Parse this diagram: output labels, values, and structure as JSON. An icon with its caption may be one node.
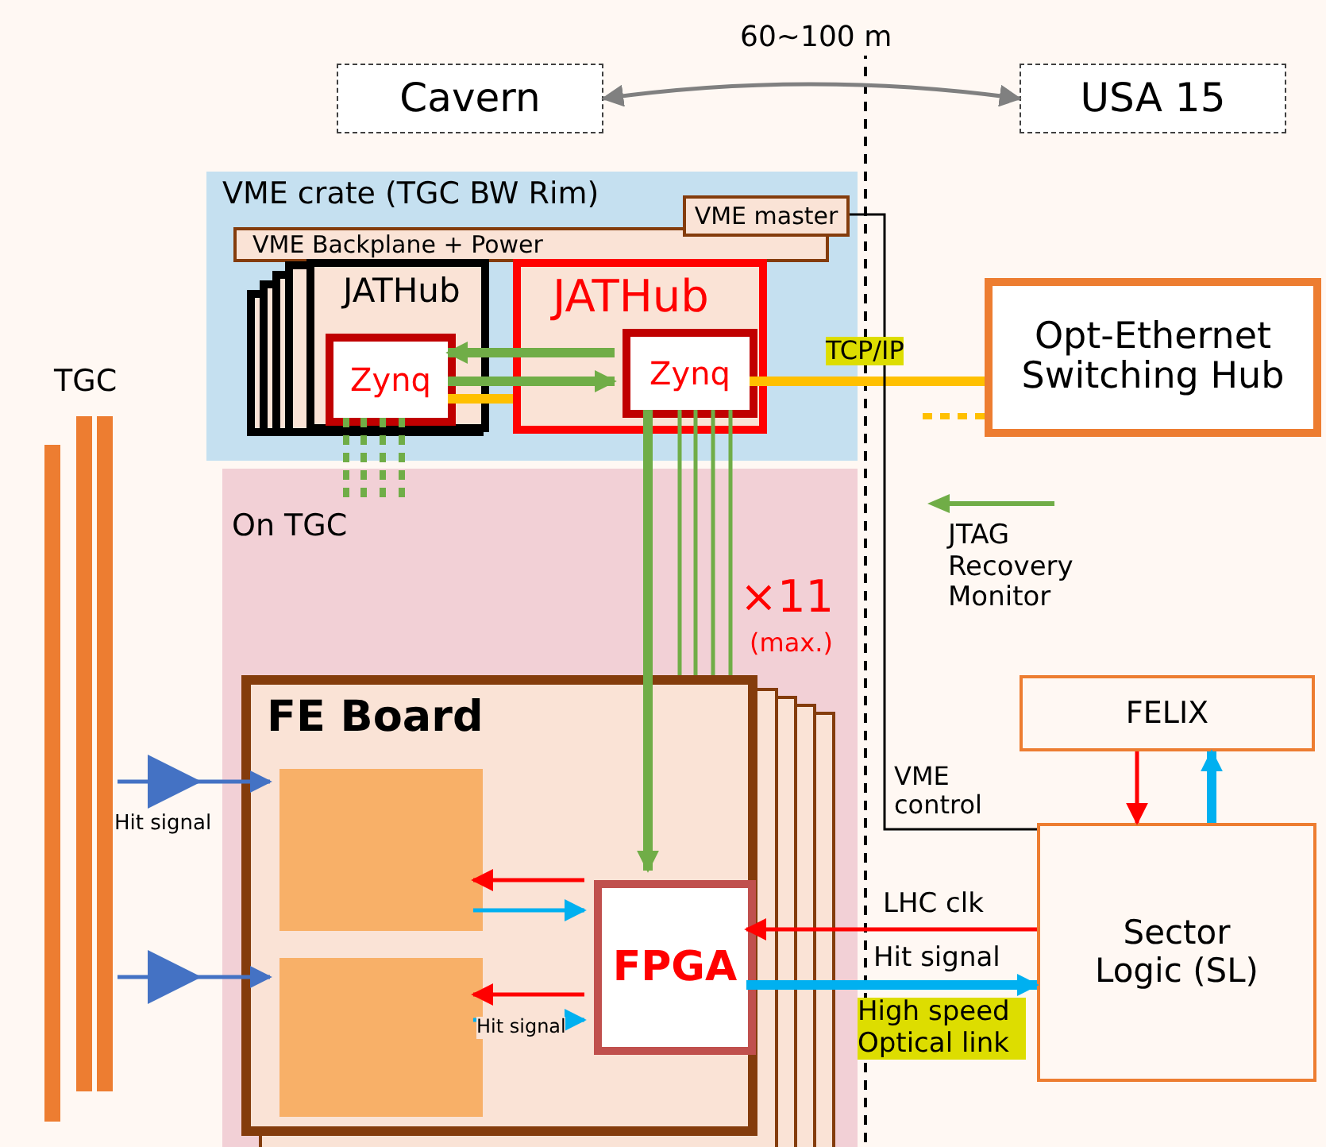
{
  "diagram": {
    "nodes": [
      {
        "text": [
          "Cavern"
        ]
      },
      {
        "text": [
          "USA 15"
        ]
      },
      {
        "text": [
          "VME crate (TGC BW Rim)"
        ]
      },
      {
        "text": [
          "VME Backplane + Power"
        ],
        "in": 2
      },
      {
        "text": [
          "VME master"
        ],
        "in": 2
      },
      {
        "text": [
          "JATHub"
        ],
        "in": 2
      },
      {
        "text": [
          "Zynq"
        ],
        "in": 5
      },
      {
        "text": [
          "JATHub"
        ],
        "in": 2
      },
      {
        "text": [
          "Zynq"
        ],
        "in": 7
      },
      {
        "text": [
          "Opt-Ethernet Switching Hub"
        ]
      },
      {
        "text": [
          "On TGC"
        ]
      },
      {
        "text": [
          "FE Board"
        ],
        "in": 10
      },
      {
        "text": [],
        "shape": "box",
        "in": 11
      },
      {
        "text": [],
        "shape": "box",
        "in": 11
      },
      {
        "text": [
          "FPGA"
        ],
        "in": 11
      },
      {
        "text": [
          "FELIX"
        ]
      },
      {
        "text": [
          "Sector Logic (SL)"
        ]
      },
      {
        "text": [
          "TGC"
        ]
      }
    ],
    "edges": [
      {
        "from": 0,
        "to": 1,
        "arrow": "both",
        "label": "60~100 m",
        "color": "#808080"
      },
      {
        "from": 8,
        "to": 6,
        "arrow": "to",
        "style": "thick",
        "color": "#70ad47"
      },
      {
        "from": 6,
        "to": 8,
        "arrow": "to",
        "style": "thick",
        "color": "#70ad47"
      },
      {
        "from": 6,
        "to": 7,
        "arrow": "none",
        "style": "thick",
        "color": "#ffc000"
      },
      {
        "from": 8,
        "to": 9,
        "arrow": "none",
        "label": "TCP/IP",
        "style": "thick",
        "color": "#ffc000"
      },
      {
        "from": 9,
        "to": null,
        "arrow": "none",
        "style": "dashed",
        "color": "#ffc000"
      },
      {
        "from": 6,
        "to": null,
        "arrow": "none",
        "style": "dashed",
        "color": "#70ad47"
      },
      {
        "from": 8,
        "to": 14,
        "arrow": "to",
        "style": "thick",
        "color": "#70ad47"
      },
      {
        "from": 8,
        "to": 11,
        "arrow": "none",
        "color": "#70ad47"
      },
      {
        "from": 4,
        "to": 16,
        "arrow": "none",
        "label": "VME control",
        "color": "#000000"
      },
      {
        "from": 15,
        "to": 16,
        "arrow": "to",
        "color": "#ff0000"
      },
      {
        "from": 16,
        "to": 15,
        "arrow": "to",
        "style": "thick",
        "color": "#00b0f0"
      },
      {
        "from": 16,
        "to": 14,
        "arrow": "to",
        "label": "LHC clk",
        "color": "#ff0000"
      },
      {
        "from": 14,
        "to": 16,
        "arrow": "to",
        "label": "Hit signal",
        "style": "thick",
        "color": "#00b0f0"
      },
      {
        "from": 14,
        "to": 12,
        "arrow": "to",
        "color": "#ff0000"
      },
      {
        "from": 12,
        "to": 14,
        "arrow": "to",
        "color": "#00b0f0"
      },
      {
        "from": 14,
        "to": 13,
        "arrow": "to",
        "color": "#ff0000"
      },
      {
        "from": 13,
        "to": 14,
        "arrow": "to",
        "label": "Hit signal",
        "color": "#00b0f0"
      },
      {
        "from": 17,
        "to": 12,
        "arrow": "to",
        "label": "Hit signal",
        "color": "#4472c4"
      },
      {
        "from": 17,
        "to": 13,
        "arrow": "to",
        "color": "#4472c4"
      }
    ],
    "labels": [
      "×11",
      "(max.)",
      "High speed Optical link"
    ],
    "legend": [
      {
        "text": "JTAG Recovery Monitor"
      }
    ]
  }
}
